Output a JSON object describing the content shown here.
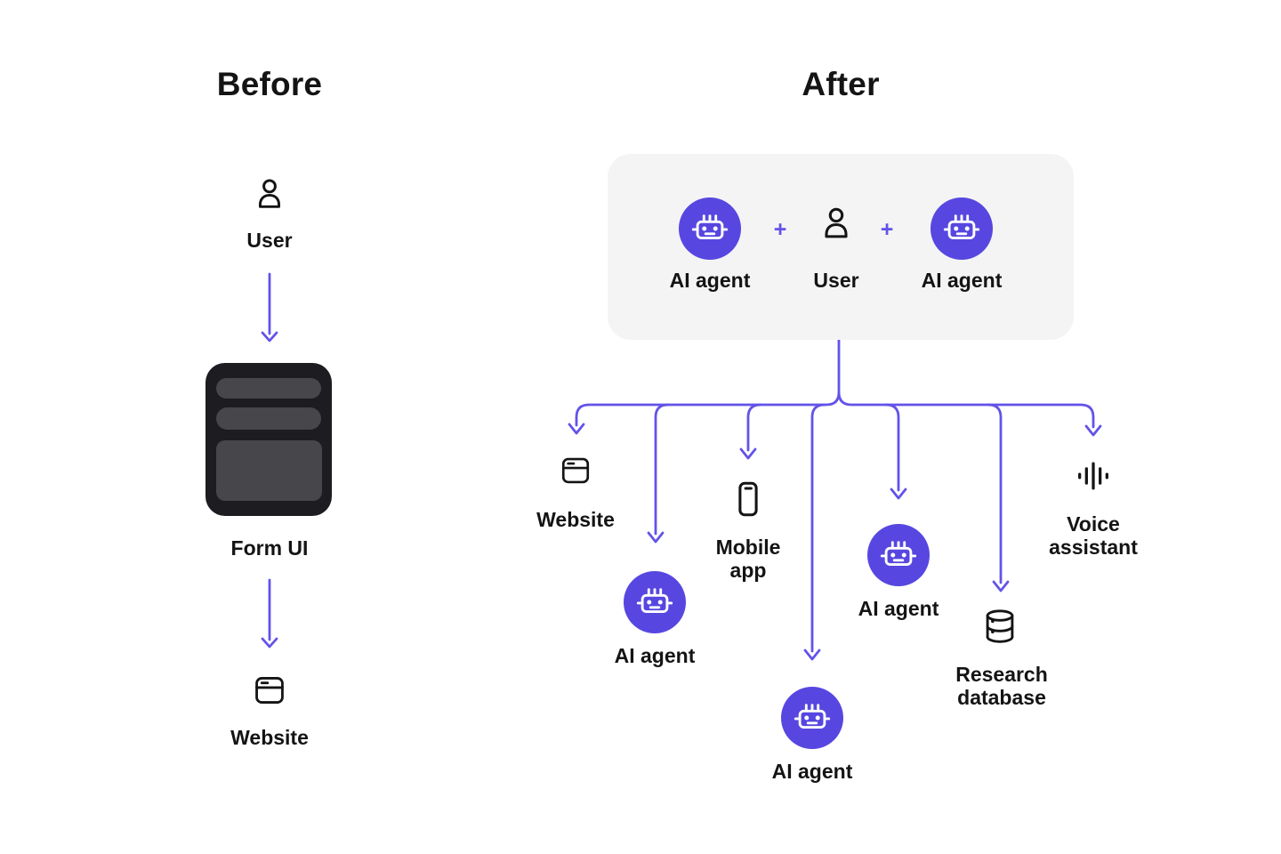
{
  "colors": {
    "background": "#ffffff",
    "text": "#141414",
    "accent_line": "#6353e8",
    "agent_circle": "#5747e0",
    "panel_bg": "#f4f4f5",
    "form_box": "#1d1d21",
    "form_box_inner": "#47474b"
  },
  "before": {
    "title": "Before",
    "user": {
      "label": "User",
      "icon": "user-icon"
    },
    "form": {
      "label": "Form UI",
      "icon": "form-ui-graphic"
    },
    "website": {
      "label": "Website",
      "icon": "browser-icon"
    }
  },
  "after": {
    "title": "After",
    "panel": {
      "plus": "+",
      "items": [
        {
          "label": "AI agent",
          "icon": "robot-icon"
        },
        {
          "label": "User",
          "icon": "user-icon"
        },
        {
          "label": "AI agent",
          "icon": "robot-icon"
        }
      ]
    },
    "targets": [
      {
        "label": "Website",
        "icon": "browser-icon"
      },
      {
        "label": "AI agent",
        "icon": "robot-icon"
      },
      {
        "label": "Mobile app",
        "icon": "phone-icon"
      },
      {
        "label": "AI agent",
        "icon": "robot-icon"
      },
      {
        "label": "AI agent",
        "icon": "robot-icon"
      },
      {
        "label": "Research database",
        "icon": "database-icon"
      },
      {
        "label": "Voice assistant",
        "icon": "voice-icon"
      }
    ]
  }
}
